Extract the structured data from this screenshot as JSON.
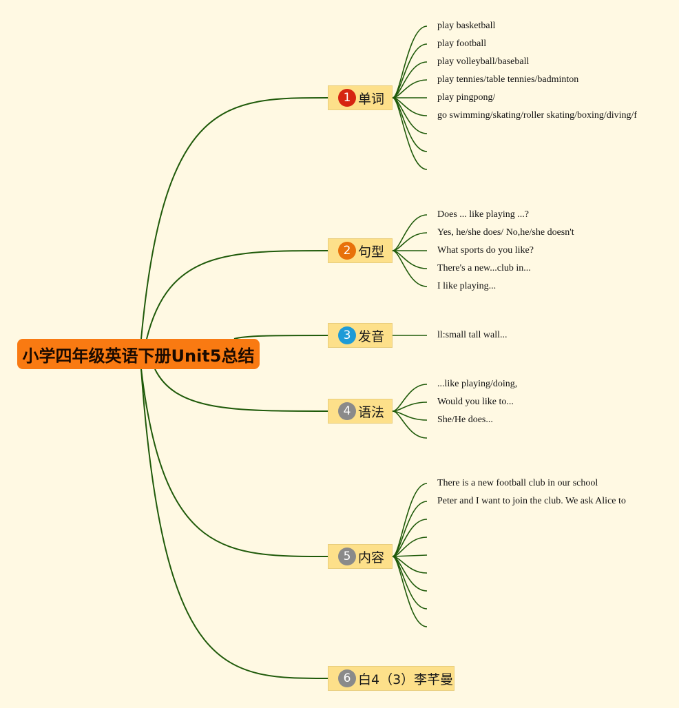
{
  "root": {
    "title": "小学四年级英语下册Unit5总结"
  },
  "colors": {
    "background": "#fff9e3",
    "root_fill": "#f97a12",
    "branch_fill": "#fde08a",
    "line": "#1f5a0a",
    "badge_1": "#d62410",
    "badge_2": "#e8710a",
    "badge_3": "#1e9bd7",
    "badge_gray": "#8a8a8a"
  },
  "branches": [
    {
      "number": "1",
      "label": "单词",
      "badge_color": "#d62410",
      "leaves": [
        "play basketball",
        "play football",
        "play volleyball/baseball",
        "play tennies/table tennies/badminton",
        "play pingpong/",
        "go swimming/skating/roller skating/boxing/diving/f",
        "",
        "",
        ""
      ]
    },
    {
      "number": "2",
      "label": "句型",
      "badge_color": "#e8710a",
      "leaves": [
        "Does ... like playing ...?",
        "Yes, he/she does/ No,he/she doesn't",
        "What sports do you like?",
        "There's a new...club in...",
        "I like playing..."
      ]
    },
    {
      "number": "3",
      "label": "发音",
      "badge_color": "#1e9bd7",
      "leaves": [
        "ll:small tall wall..."
      ]
    },
    {
      "number": "4",
      "label": "语法",
      "badge_color": "#8a8a8a",
      "leaves": [
        "...like playing/doing,",
        "Would you like to...",
        "She/He does...",
        ""
      ]
    },
    {
      "number": "5",
      "label": "内容",
      "badge_color": "#8a8a8a",
      "leaves": [
        "There is a new football club in our school",
        "Peter and I want to join the club. We ask Alice to",
        "",
        "",
        "",
        "",
        "",
        "",
        ""
      ]
    },
    {
      "number": "6",
      "label": "白4（3）李芊曼",
      "badge_color": "#8a8a8a",
      "leaves": []
    }
  ]
}
